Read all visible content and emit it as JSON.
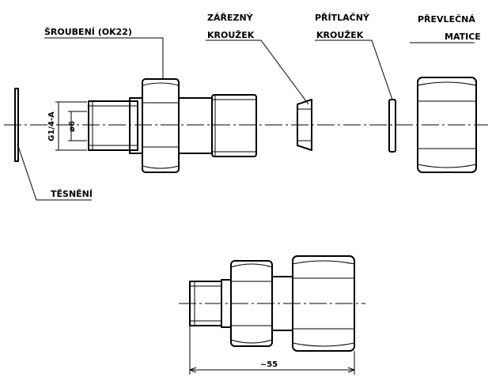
{
  "labels": {
    "sroubeni": "ŠROUBENÍ (OK22)",
    "zarezny_1": "ZÁŘEZNÝ",
    "zarezny_2": "KROUŽEK",
    "pritlacny_1": "PŘÍTLAČNÝ",
    "pritlacny_2": "KROUŽEK",
    "prevlecna_1": "PŘEVLEČNÁ",
    "prevlecna_2": "MATICE",
    "tesneni": "TĚSNĚNÍ"
  },
  "dimensions": {
    "thread": "G1/4-A",
    "bore": "ø6",
    "length": "~55"
  }
}
